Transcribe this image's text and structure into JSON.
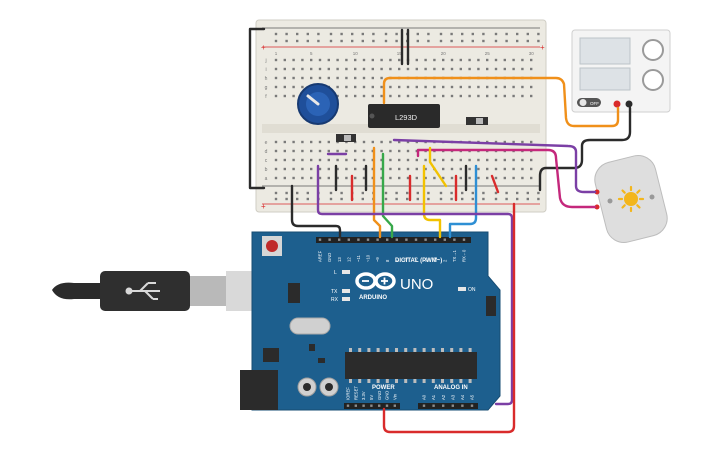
{
  "breadboard": {
    "top_numbers": [
      "1",
      "",
      "",
      "",
      "5",
      "",
      "",
      "",
      "",
      "10",
      "",
      "",
      "",
      "",
      "15",
      "",
      "",
      "",
      "",
      "20",
      "",
      "",
      "",
      "",
      "25",
      "",
      "",
      "",
      "",
      "30"
    ],
    "row_letters_top": [
      "j",
      "i",
      "h",
      "g",
      "f"
    ],
    "row_letters_bottom": [
      "e",
      "d",
      "c",
      "b",
      "a"
    ],
    "rail_plus": "+",
    "rail_minus": "−"
  },
  "driver_chip": {
    "label": "L293D"
  },
  "arduino": {
    "logo_text": "UNO",
    "brand": "ARDUINO",
    "digital_label": "DIGITAL (PWM~)",
    "power_label": "POWER",
    "analog_label": "ANALOG IN",
    "on_label": "ON",
    "led_l": "L",
    "led_tx": "TX",
    "led_rx": "RX",
    "pin_labels_top": [
      "AREF",
      "GND",
      "13",
      "12",
      "~11",
      "~10",
      "~9",
      "8",
      "7",
      "~6",
      "~5",
      "4",
      "~3",
      "2",
      "TX→1",
      "RX←0"
    ],
    "pin_labels_power": [
      "IOREF",
      "RESET",
      "3.3V",
      "5V",
      "GND",
      "GND",
      "Vin"
    ],
    "pin_labels_analog": [
      "A0",
      "A1",
      "A2",
      "A3",
      "A4",
      "A5"
    ]
  },
  "power_supply": {
    "off_label": "OFF"
  },
  "colors": {
    "arduino_blue": "#1d5f8e",
    "breadboard": "#eceae2",
    "wire_red": "#d92b2b",
    "wire_black": "#2b2b2b",
    "wire_orange": "#f0901a",
    "wire_green": "#37a84a",
    "wire_yellow": "#f2c200",
    "wire_blue": "#2e8fd4",
    "wire_purple": "#7b3fa5",
    "wire_magenta": "#c4287c"
  }
}
